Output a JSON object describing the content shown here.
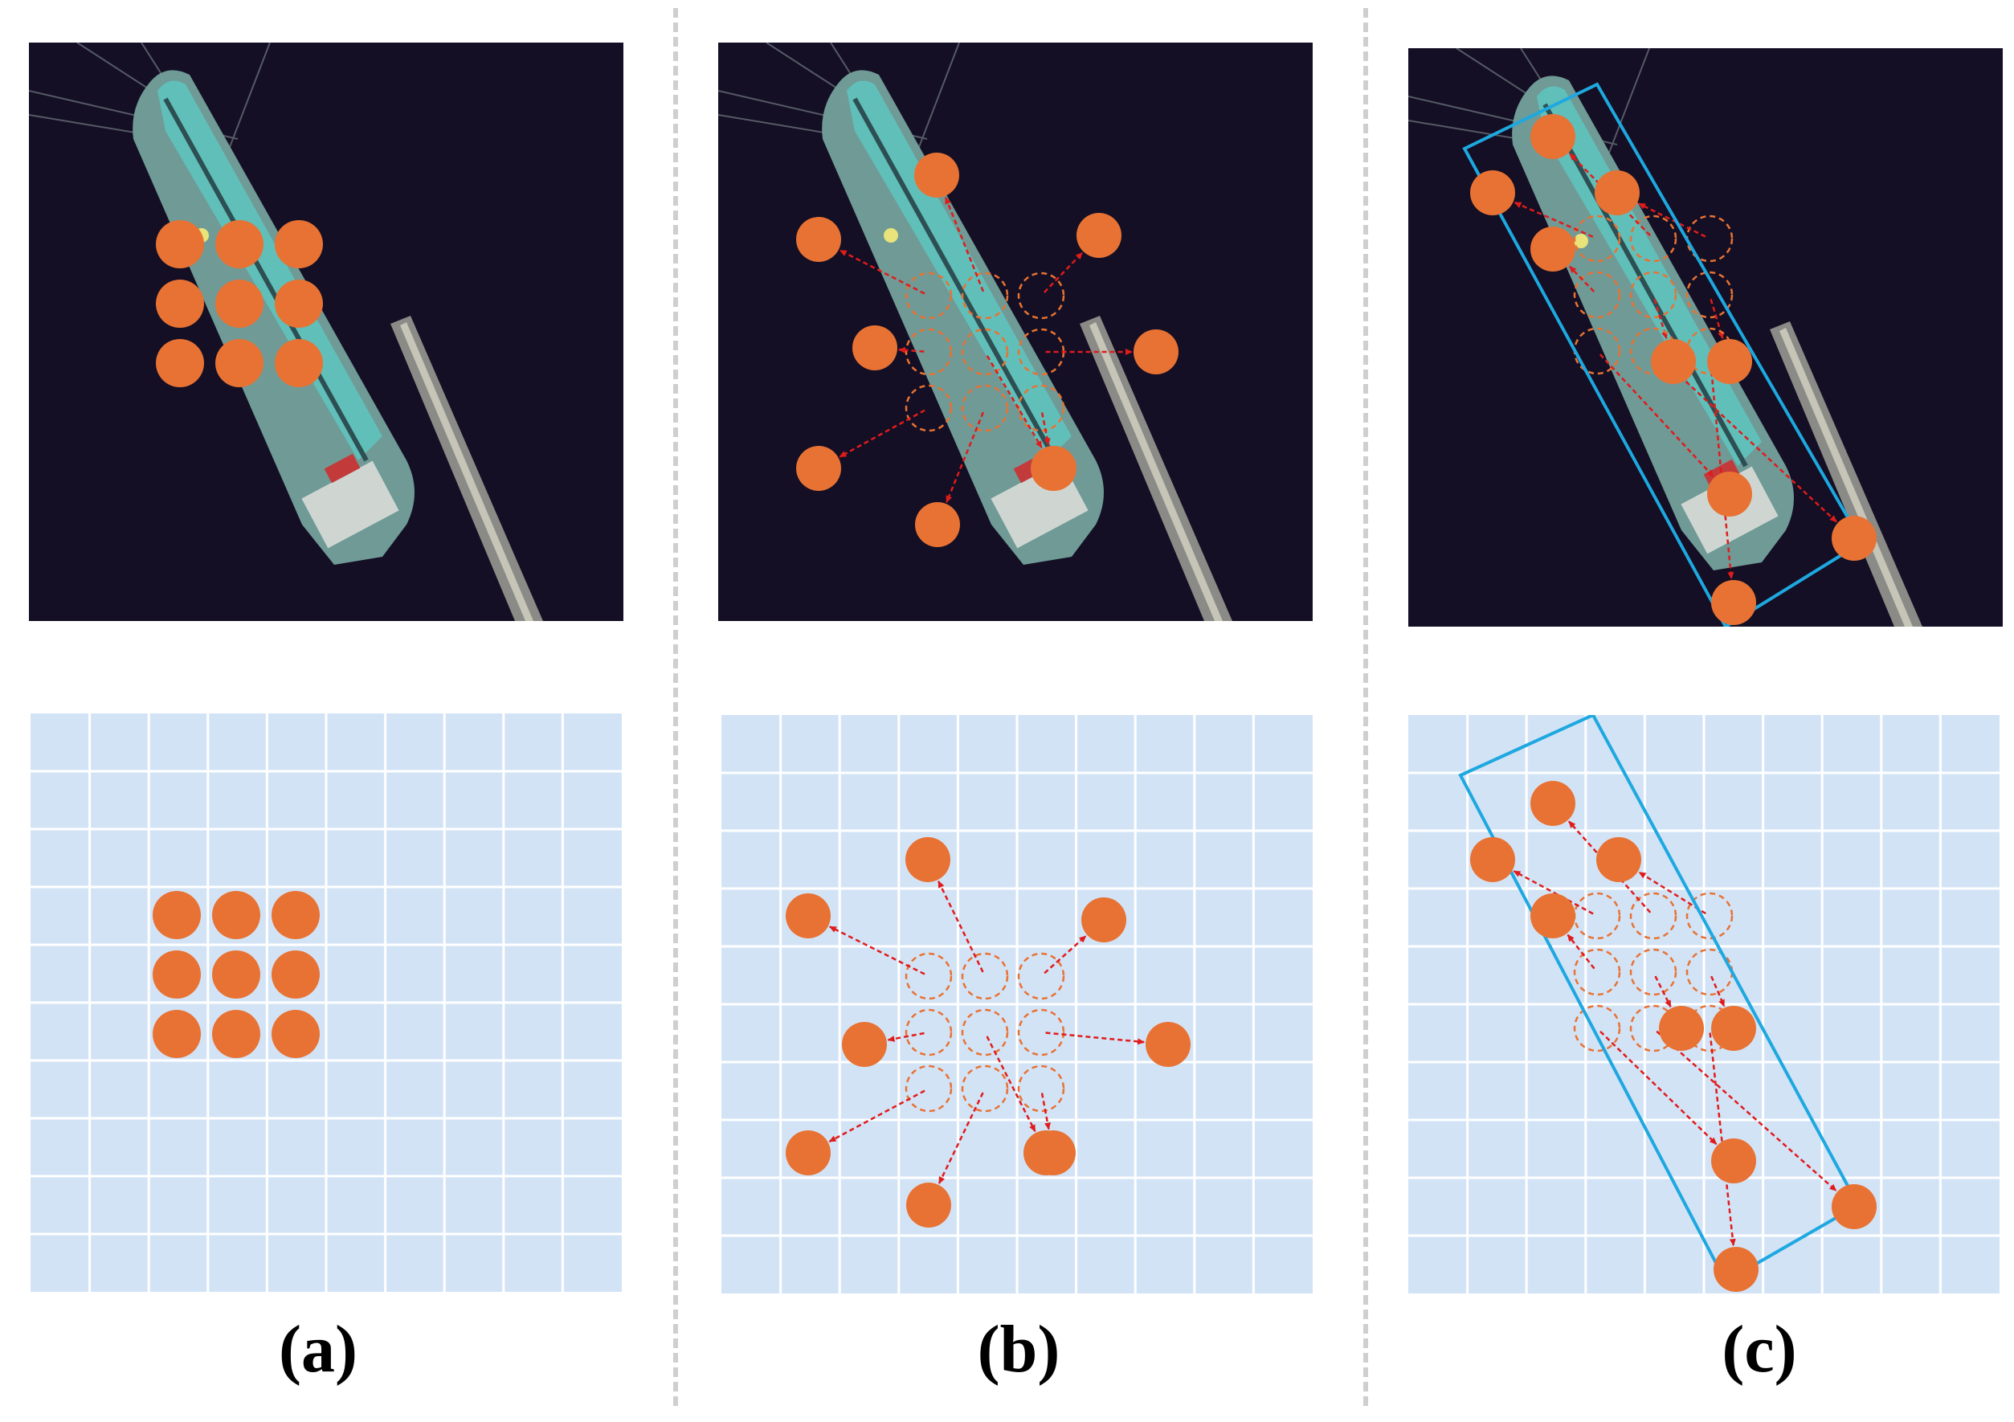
{
  "colors": {
    "sampling_point": "#e87233",
    "offset_arrow": "#e01b1b",
    "original_point_outline": "#e87233",
    "rotated_box": "#1ea8e0",
    "grid_fill": "#d3e3f6",
    "grid_line": "#ffffff",
    "photo_background": "#140f24",
    "divider": "#cfcfcf"
  },
  "panels": [
    {
      "id": "a",
      "caption": "(a)",
      "mode": "regular"
    },
    {
      "id": "b",
      "caption": "(b)",
      "mode": "deformable"
    },
    {
      "id": "c",
      "caption": "(c)",
      "mode": "oriented"
    }
  ]
}
